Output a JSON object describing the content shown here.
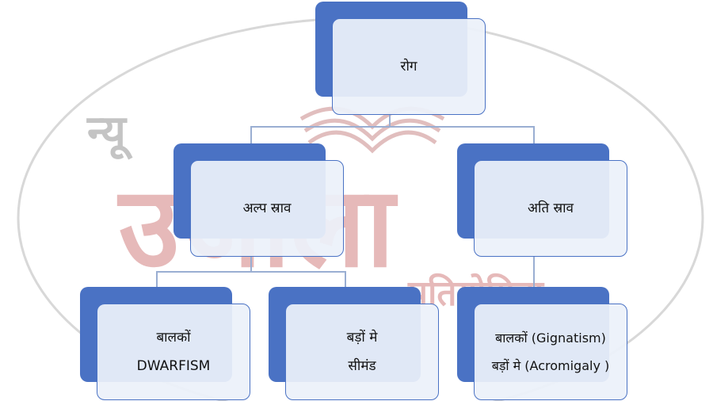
{
  "colors": {
    "box_dark": "#4a72c4",
    "box_light": "#ecf1fa",
    "connector": "#9aaed2",
    "watermark_red": "#b83a3a",
    "watermark_grey": "#8a8a8a"
  },
  "watermark": {
    "top_word": "न्यू",
    "main_word": "उजाला",
    "sub_word": "प्रतियोगिता"
  },
  "diagram": {
    "root": {
      "label": "रोग"
    },
    "left": {
      "label": "अल्प स्राव"
    },
    "right": {
      "label": "अति स्राव"
    },
    "leaves": [
      {
        "line1": "बालकों",
        "line2": "DWARFISM"
      },
      {
        "line1": "बड़ों मे",
        "line2": "सीमंड"
      },
      {
        "line1": "बालकों (Gignatism)",
        "line2": "बड़ों मे (Acromigaly )"
      }
    ]
  }
}
